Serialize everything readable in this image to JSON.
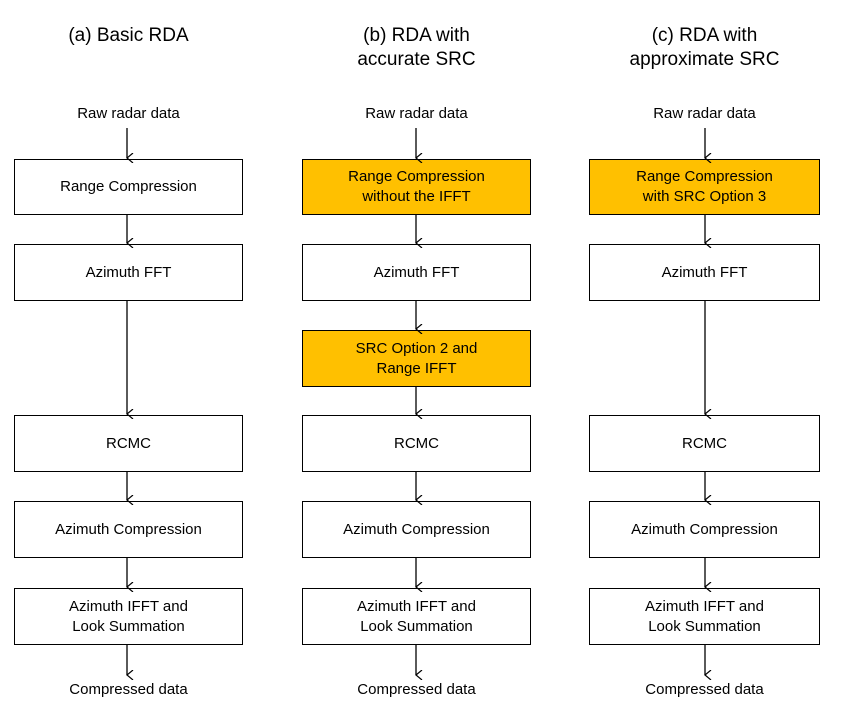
{
  "columns": [
    {
      "title": "(a) Basic RDA",
      "input": "Raw radar data",
      "output": "Compressed data",
      "steps": [
        {
          "label": "Range Compression",
          "highlight": false
        },
        {
          "label": "Azimuth FFT",
          "highlight": false
        },
        {
          "label": "RCMC",
          "highlight": false
        },
        {
          "label": "Azimuth Compression",
          "highlight": false
        },
        {
          "label": "Azimuth IFFT and\nLook Summation",
          "highlight": false
        }
      ]
    },
    {
      "title": "(b) RDA with\naccurate SRC",
      "input": "Raw radar data",
      "output": "Compressed data",
      "steps": [
        {
          "label": "Range Compression\nwithout the IFFT",
          "highlight": true
        },
        {
          "label": "Azimuth FFT",
          "highlight": false
        },
        {
          "label": "SRC Option 2 and\nRange IFFT",
          "highlight": true
        },
        {
          "label": "RCMC",
          "highlight": false
        },
        {
          "label": "Azimuth Compression",
          "highlight": false
        },
        {
          "label": "Azimuth IFFT and\nLook Summation",
          "highlight": false
        }
      ]
    },
    {
      "title": "(c) RDA with\napproximate SRC",
      "input": "Raw radar data",
      "output": "Compressed data",
      "steps": [
        {
          "label": "Range Compression\nwith SRC Option 3",
          "highlight": true
        },
        {
          "label": "Azimuth FFT",
          "highlight": false
        },
        {
          "label": "RCMC",
          "highlight": false
        },
        {
          "label": "Azimuth Compression",
          "highlight": false
        },
        {
          "label": "Azimuth IFFT and\nLook Summation",
          "highlight": false
        }
      ]
    }
  ],
  "colors": {
    "highlight": "#ffc000",
    "border": "#000000"
  }
}
